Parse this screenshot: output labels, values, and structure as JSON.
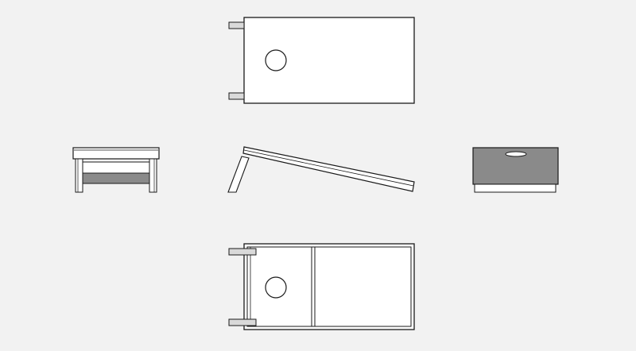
{
  "drawing": {
    "views": [
      {
        "id": "top-view",
        "label": ""
      },
      {
        "id": "front-view",
        "label": ""
      },
      {
        "id": "side-view",
        "label": ""
      },
      {
        "id": "back-view",
        "label": ""
      },
      {
        "id": "bottom-view",
        "label": ""
      }
    ],
    "colors": {
      "background": "#f2f2f2",
      "line": "#1a1a1a",
      "fill": "#ffffff",
      "shade": "#8a8a8a",
      "leg_fill": "#d9d9d9"
    }
  }
}
